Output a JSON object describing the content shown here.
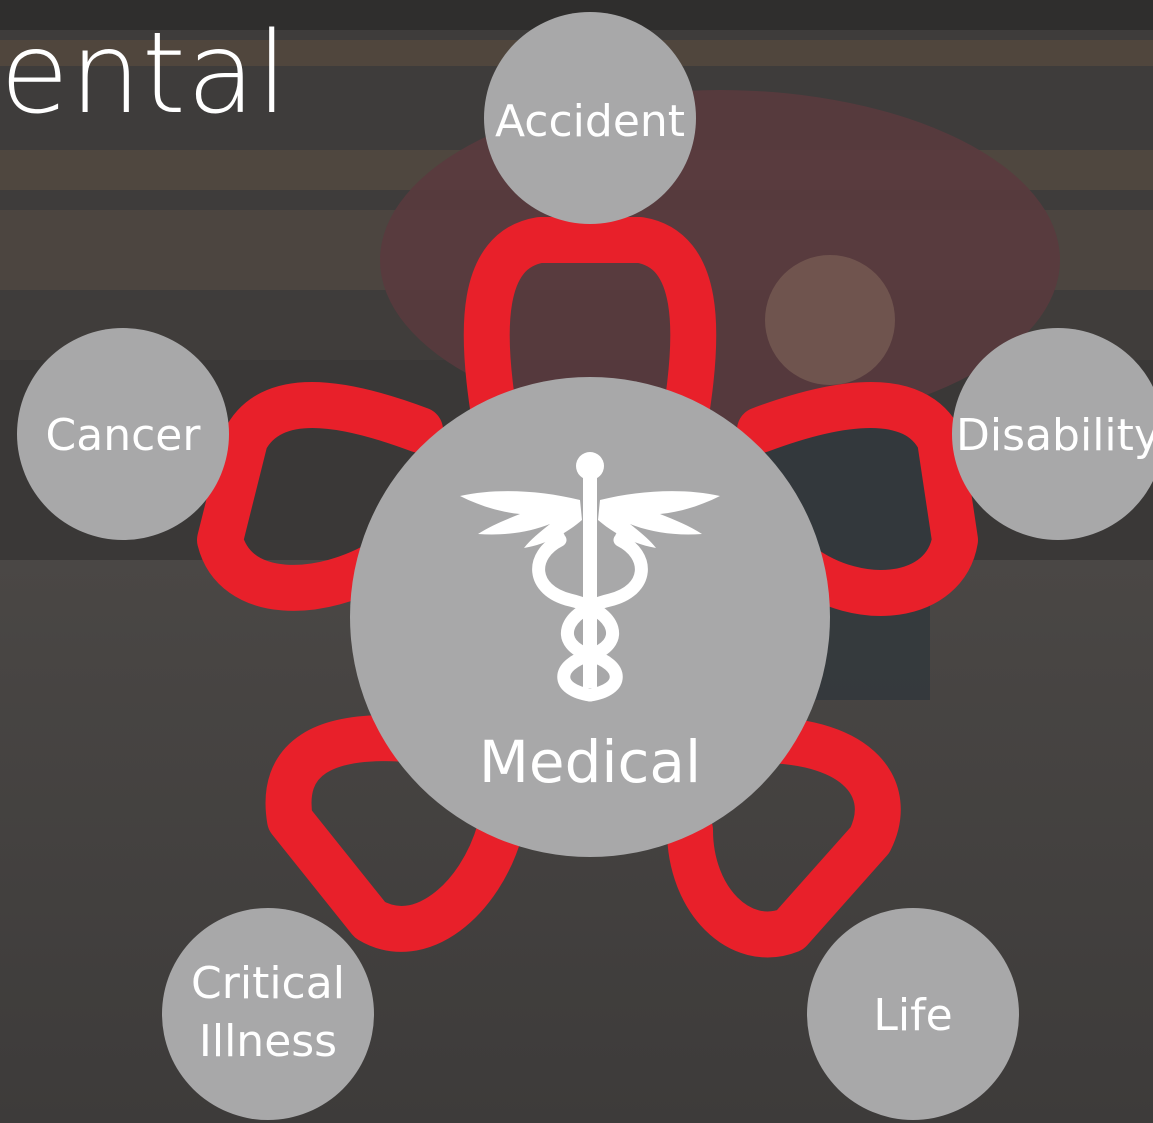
{
  "heading": {
    "text": "ental"
  },
  "center": {
    "label": "Medical",
    "icon": "caduceus-icon"
  },
  "satellites": [
    {
      "id": "accident",
      "lines": [
        "Accident"
      ]
    },
    {
      "id": "cancer",
      "lines": [
        "Cancer"
      ]
    },
    {
      "id": "disability",
      "lines": [
        "Disability"
      ]
    },
    {
      "id": "critical-illness",
      "lines": [
        "Critical",
        "Illness"
      ]
    },
    {
      "id": "life",
      "lines": [
        "Life"
      ]
    }
  ],
  "colors": {
    "ribbon": "#e8202a",
    "circle": "#a8a8a9",
    "text": "#ffffff",
    "background": "#3e3c3b"
  }
}
